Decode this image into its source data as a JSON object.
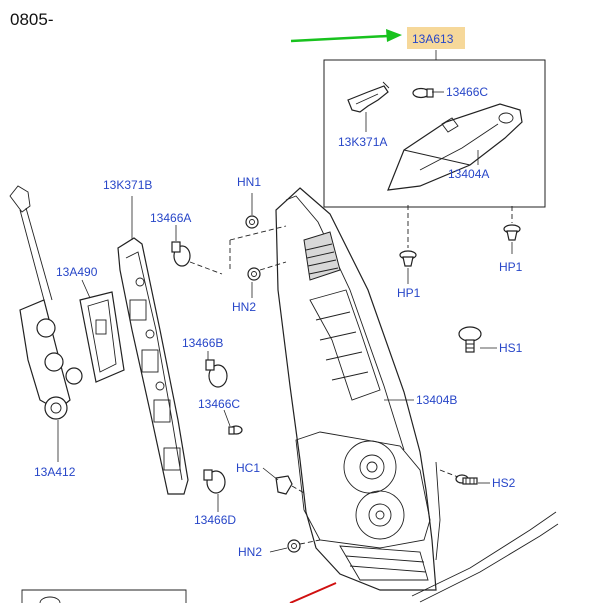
{
  "diagram_code": "0805-",
  "colors": {
    "label_blue": "#2746c8",
    "highlight_bg": "#f6d89a",
    "arrow_green": "#18c21e",
    "accent_red": "#d01010"
  },
  "labels": {
    "assembly_13A613": "13A613",
    "bulb_13466C": "13466C",
    "bulbholder_13K371A": "13K371A",
    "lamp_13404A": "13404A",
    "push_pin_HP1_left": "HP1",
    "push_pin_HP1_right": "HP1",
    "bulbholder_13K371B": "13K371B",
    "bulb_13466A": "13466A",
    "nut_HN1": "HN1",
    "nut_HN2_upper": "HN2",
    "gasket_13A490": "13A490",
    "bulb_13466B": "13466B",
    "bulb_13466C_lower": "13466C",
    "lamp_13404B": "13404B",
    "clip_HC1": "HC1",
    "bulb_13466D": "13466D",
    "nut_HN2_lower": "HN2",
    "screw_HS1": "HS1",
    "screw_HS2": "HS2",
    "wiring_13A412": "13A412"
  }
}
